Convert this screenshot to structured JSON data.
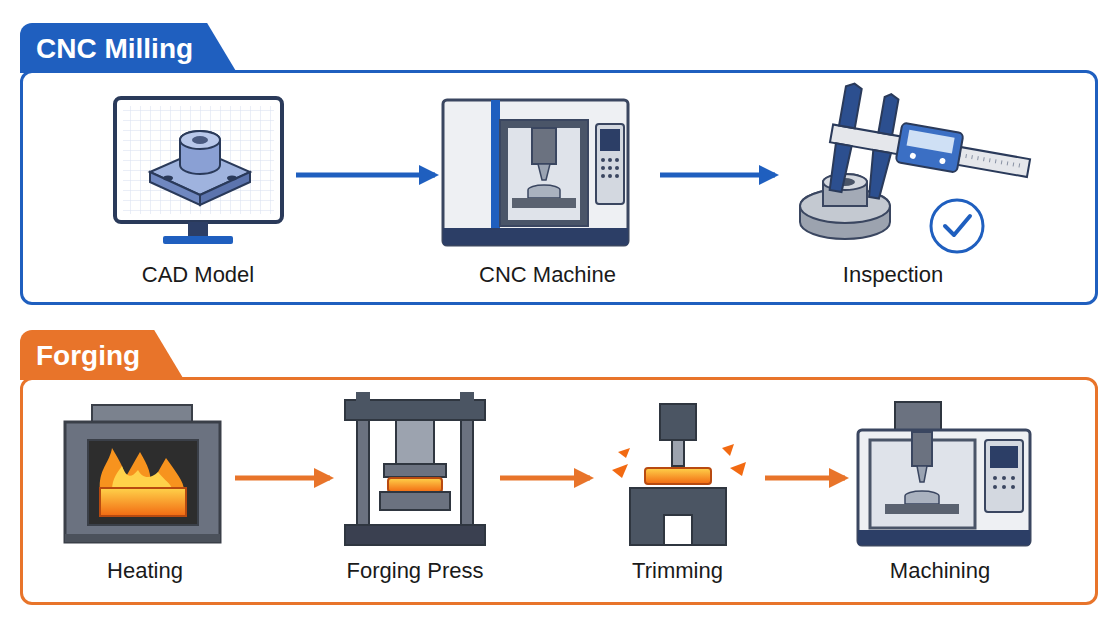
{
  "diagram": {
    "nodes": [
      {
        "text": [
          "CNC Milling"
        ]
      },
      {
        "text": [
          "CAD Model"
        ],
        "in": 0
      },
      {
        "text": [
          "CNC Machine"
        ],
        "in": 0
      },
      {
        "text": [
          "Inspection"
        ],
        "in": 0
      },
      {
        "text": [
          "Forging"
        ]
      },
      {
        "text": [
          "Heating"
        ],
        "in": 4
      },
      {
        "text": [
          "Forging Press"
        ],
        "in": 4
      },
      {
        "text": [
          "Trimming"
        ],
        "in": 4
      },
      {
        "text": [
          "Machining"
        ],
        "in": 4
      }
    ],
    "edges": [
      {
        "from": 1,
        "to": 2,
        "arrow": "to"
      },
      {
        "from": 2,
        "to": 3,
        "arrow": "to"
      },
      {
        "from": 5,
        "to": 6,
        "arrow": "to"
      },
      {
        "from": 6,
        "to": 7,
        "arrow": "to"
      },
      {
        "from": 7,
        "to": 8,
        "arrow": "to"
      }
    ]
  }
}
